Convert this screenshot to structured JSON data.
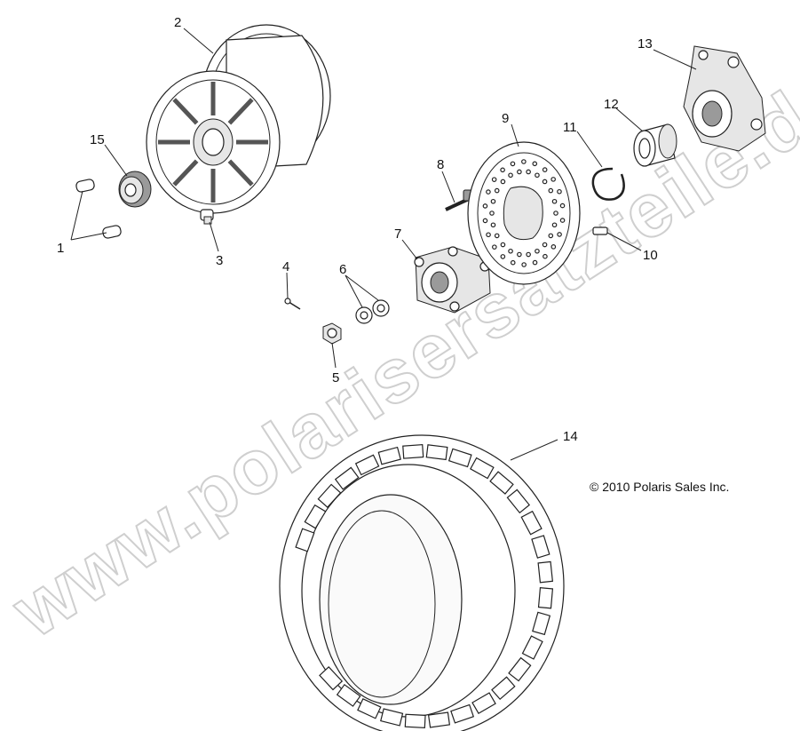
{
  "watermark": "www.polarisersatzteile.de",
  "copyright": "© 2010 Polaris Sales Inc.",
  "callouts": [
    {
      "id": "1",
      "label": "1"
    },
    {
      "id": "2",
      "label": "2"
    },
    {
      "id": "3",
      "label": "3"
    },
    {
      "id": "4",
      "label": "4"
    },
    {
      "id": "5",
      "label": "5"
    },
    {
      "id": "6",
      "label": "6"
    },
    {
      "id": "7",
      "label": "7"
    },
    {
      "id": "8",
      "label": "8"
    },
    {
      "id": "9",
      "label": "9"
    },
    {
      "id": "10",
      "label": "10"
    },
    {
      "id": "11",
      "label": "11"
    },
    {
      "id": "12",
      "label": "12"
    },
    {
      "id": "13",
      "label": "13"
    },
    {
      "id": "14",
      "label": "14"
    },
    {
      "id": "15",
      "label": "15"
    }
  ]
}
